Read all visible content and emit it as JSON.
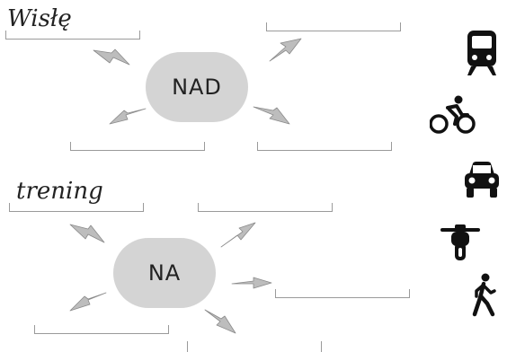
{
  "exercise_1": {
    "preposition": "NAD",
    "example_answer": "Wisłę"
  },
  "exercise_2": {
    "preposition": "NA",
    "example_answer": "trening"
  },
  "icons": [
    "train-icon",
    "bicycle-icon",
    "car-icon",
    "motorcycle-icon",
    "walking-person-icon"
  ],
  "colors": {
    "bubble": "#d4d4d4",
    "line": "#9a9a9a",
    "icon": "#111111"
  }
}
